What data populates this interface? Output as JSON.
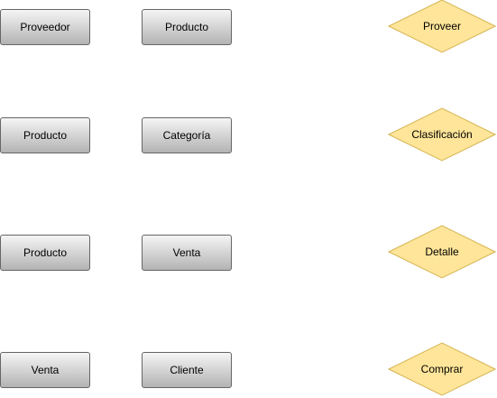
{
  "rows": [
    {
      "left": "Proveedor",
      "right": "Producto",
      "relation": "Proveer"
    },
    {
      "left": "Producto",
      "right": "Categoría",
      "relation": "Clasificación"
    },
    {
      "left": "Producto",
      "right": "Venta",
      "relation": "Detalle"
    },
    {
      "left": "Venta",
      "right": "Cliente",
      "relation": "Comprar"
    }
  ],
  "colors": {
    "entity_border": "#666666",
    "entity_fill_top": "#f5f5f5",
    "entity_fill_bottom": "#b3b3b3",
    "relation_fill": "#ffe599",
    "relation_border": "#d6b656"
  }
}
